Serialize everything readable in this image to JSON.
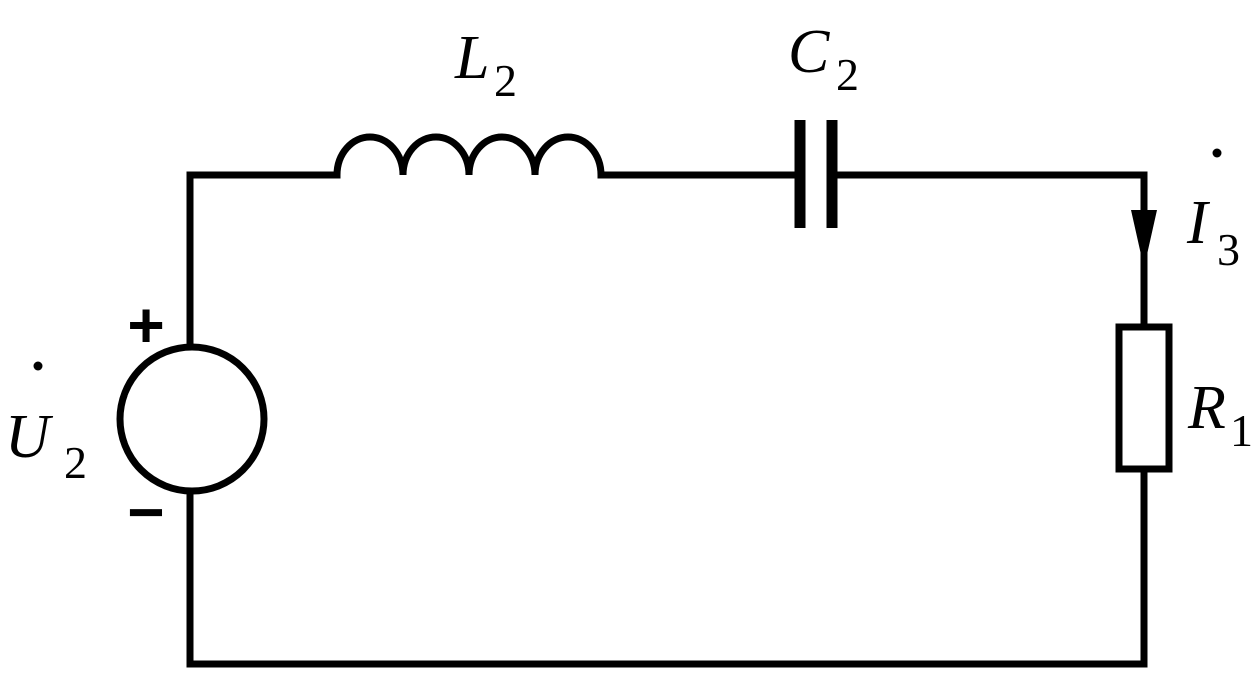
{
  "components": {
    "inductor": {
      "letter": "L",
      "subscript": "2"
    },
    "capacitor": {
      "letter": "C",
      "subscript": "2"
    },
    "resistor": {
      "letter": "R",
      "subscript": "1"
    },
    "source": {
      "letter": "U",
      "subscript": "2",
      "plus": "+",
      "minus": "−"
    },
    "current": {
      "letter": "I",
      "subscript": "3"
    }
  },
  "colors": {
    "stroke": "#000000",
    "background": "#ffffff"
  }
}
